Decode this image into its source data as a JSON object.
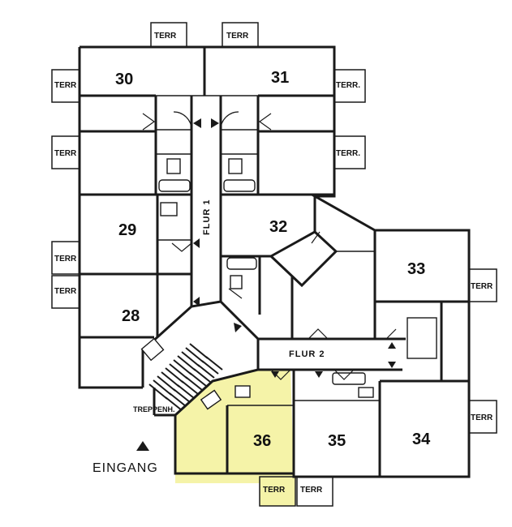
{
  "colors": {
    "highlight": "#f5f3a8",
    "ink": "#1a1a1a"
  },
  "rooms": [
    "30",
    "31",
    "29",
    "32",
    "33",
    "28",
    "36",
    "35",
    "34"
  ],
  "corridors": {
    "flur1": "FLUR 1",
    "flur2": "FLUR 2"
  },
  "stairs_label": "TREPPENH.",
  "entrance_label": "EINGANG",
  "terrace_labels": [
    "TERR",
    "TERR",
    "TERR",
    "TERR.",
    "TERR",
    "TERR.",
    "TERR",
    "TERR",
    "TERR",
    "TERR",
    "TERR",
    "TERR"
  ]
}
